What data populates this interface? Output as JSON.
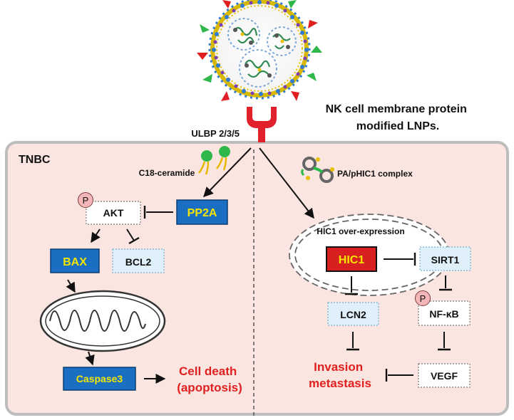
{
  "diagram": {
    "top_label": "NK cell membrane protein modified LNPs.",
    "top_label_lines": [
      "NK cell membrane protein",
      "modified LNPs."
    ],
    "ulbp": "ULBP 2/3/5",
    "region": "TNBC",
    "left": {
      "ceramide": "C18-ceramide",
      "phospho": "P",
      "akt": "AKT",
      "pp2a": "PP2A",
      "bax": "BAX",
      "bcl2": "BCL2",
      "caspase": "Caspase3",
      "outcome_lines": [
        "Cell death",
        "(apoptosis)"
      ]
    },
    "right": {
      "complex": "PA/pHIC1 complex",
      "nucleus_label": "HIC1 over-expression",
      "hic1": "HIC1",
      "sirt1": "SIRT1",
      "phospho": "P",
      "nfkb": "NF-κB",
      "lcn2": "LCN2",
      "vegf": "VEGF",
      "outcome_lines": [
        "Invasion",
        "metastasis"
      ]
    },
    "colors": {
      "panel_fill": "#fbe5e1",
      "panel_border": "#bdbdbd",
      "blue_box": "#1b6fc2",
      "yellow_text": "#f5e600",
      "red_box": "#d92020",
      "light_blue_box": "#dff0fb",
      "outcome_red": "#e02020",
      "receptor_red": "#e0202a",
      "p_circle": "#f4b6b6"
    }
  }
}
